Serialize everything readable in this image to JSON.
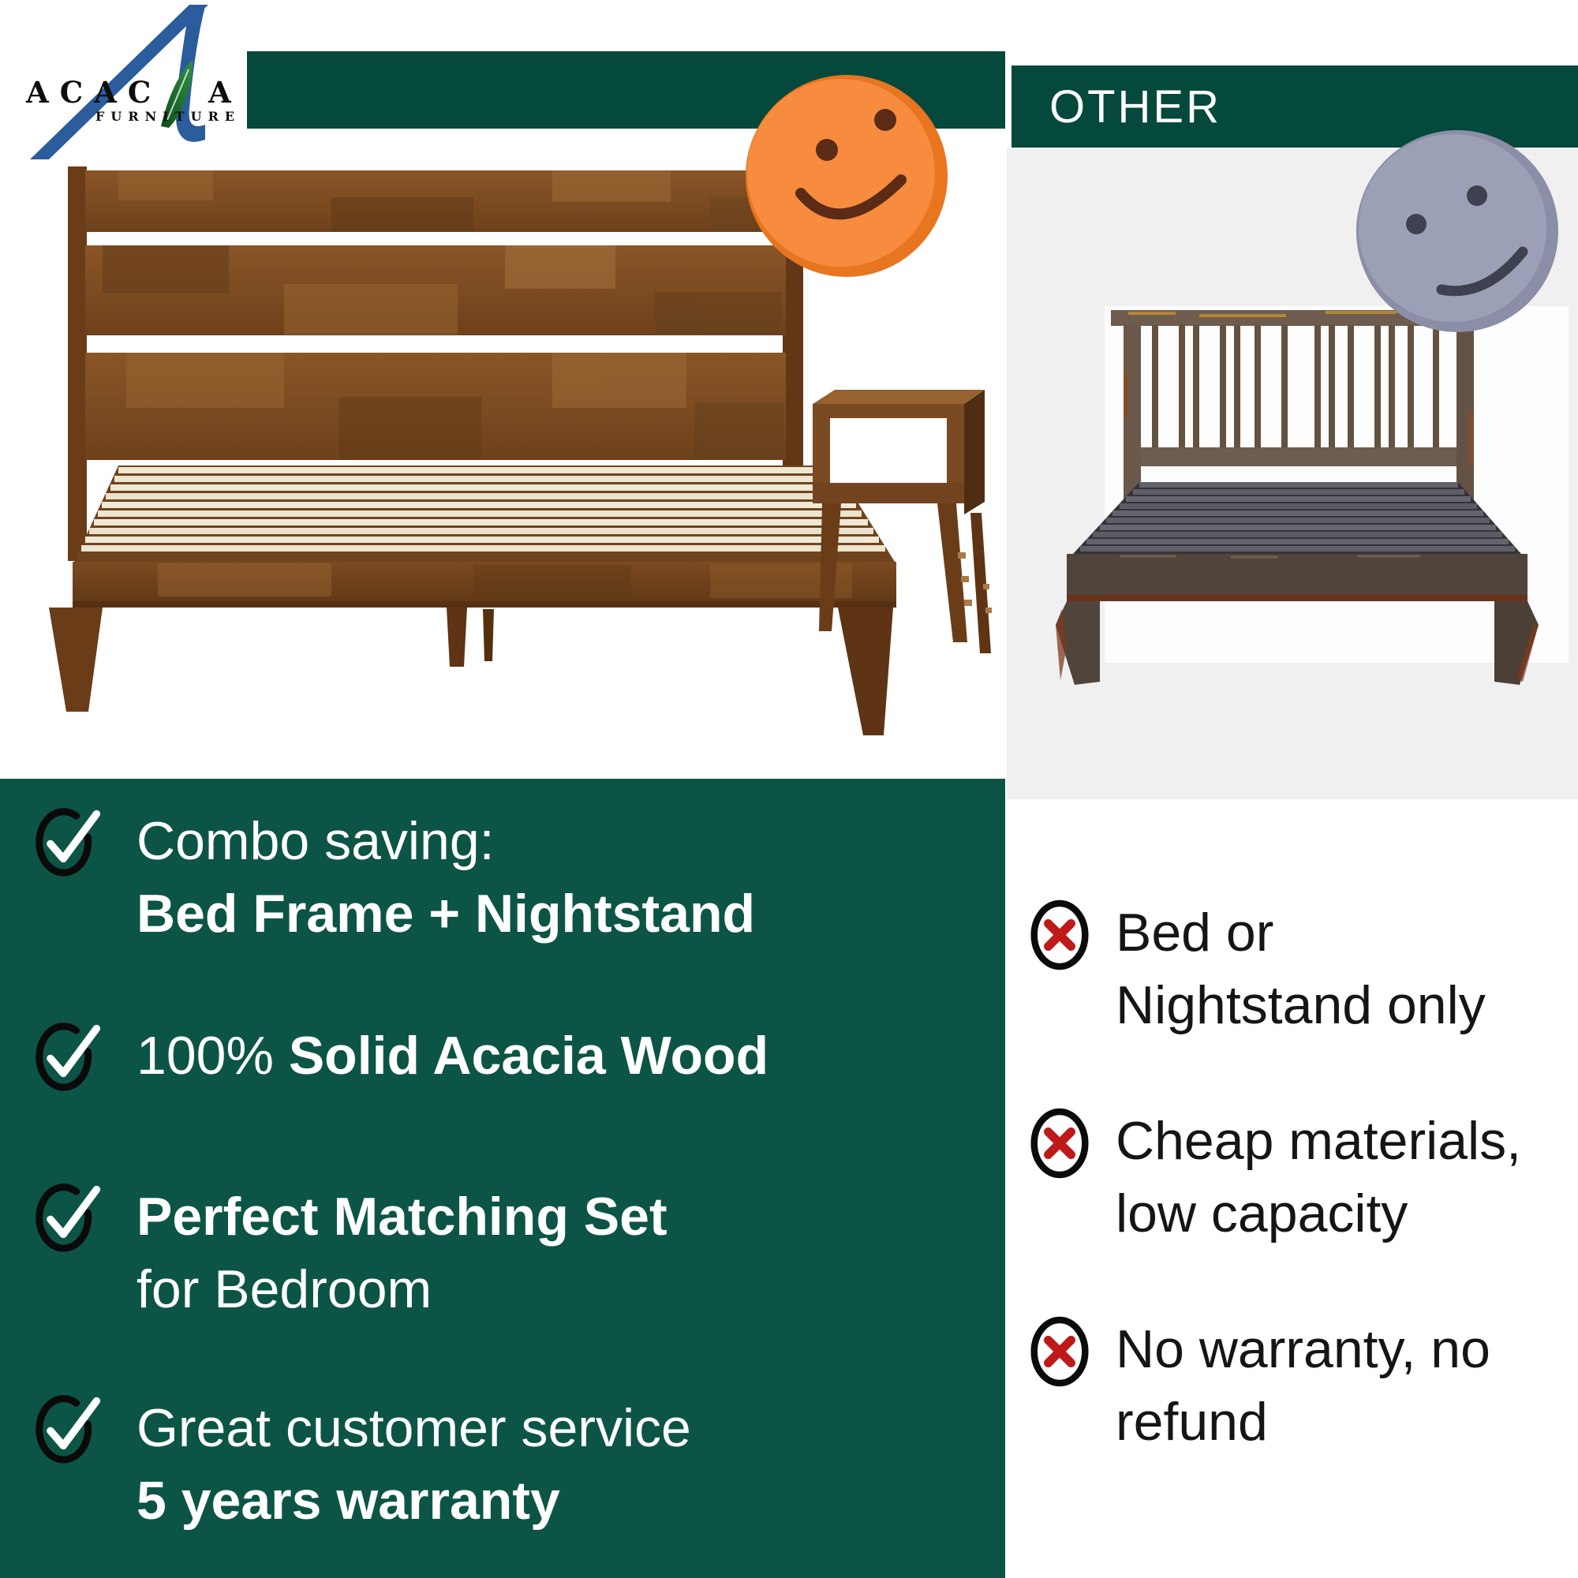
{
  "brand": {
    "name_main": "ACAC",
    "name_last": "A",
    "tagline": "FURNITURE"
  },
  "header": {
    "other_label": "OTHER"
  },
  "icons": {
    "pro": "check-circle-icon",
    "con": "x-circle-icon",
    "left_face": "happy-smiley-face",
    "right_face": "sad-frowny-face"
  },
  "colors": {
    "band_green": "#05493C",
    "panel_green": "#0C5546",
    "photo_gray": "#F0F0F0",
    "red_x": "#BE1A1A",
    "happy_orange": "#F78C3E",
    "sad_gray": "#9CA0B6",
    "wood_brown": "#7A4A22",
    "other_wood": "#50443B"
  },
  "pros": [
    {
      "lines": [
        {
          "pre": "Combo saving:",
          "bold": ""
        },
        {
          "pre": "",
          "bold": "Bed Frame + Nightstand"
        }
      ]
    },
    {
      "lines": [
        {
          "pre": "100% ",
          "bold": "Solid Acacia Wood"
        }
      ]
    },
    {
      "lines": [
        {
          "pre": "",
          "bold": "Perfect Matching Set"
        },
        {
          "pre": "for Bedroom",
          "bold": ""
        }
      ]
    },
    {
      "lines": [
        {
          "pre": "Great customer service",
          "bold": ""
        },
        {
          "pre": "",
          "bold": "5 years warranty"
        }
      ]
    }
  ],
  "cons": [
    {
      "lines": [
        "Bed or",
        "Nightstand only"
      ]
    },
    {
      "lines": [
        "Cheap materials,",
        "low capacity"
      ]
    },
    {
      "lines": [
        "No warranty, no",
        "refund"
      ]
    }
  ]
}
